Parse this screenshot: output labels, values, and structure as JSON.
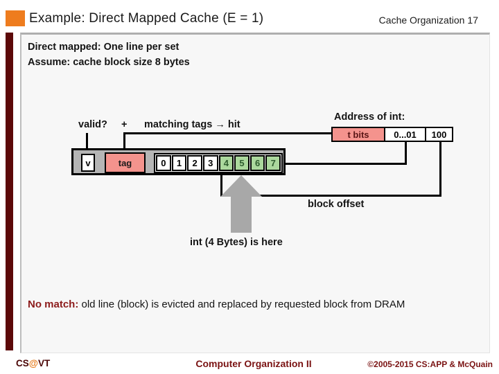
{
  "header": {
    "title": "Example: Direct Mapped Cache (E = 1)",
    "page_label": "Cache Organization",
    "page_number": "17"
  },
  "intro": {
    "line1": "Direct mapped: One line per set",
    "line2": "Assume: cache block size 8 bytes"
  },
  "diagram": {
    "valid_label": "valid?",
    "plus_label": "+",
    "matching_label": "matching tags → hit",
    "address_title": "Address of int:",
    "address": {
      "t_bits": "t bits",
      "set_bits": "0...01",
      "offset_bits": "100"
    },
    "valid_bit": "v",
    "tag_label": "tag",
    "cells": [
      "0",
      "1",
      "2",
      "3",
      "4",
      "5",
      "6",
      "7"
    ],
    "block_offset_label": "block offset",
    "int_label": "int (4 Bytes) is here"
  },
  "note": {
    "label": "No match:",
    "text": " old line (block) is evicted and replaced by requested block from DRAM"
  },
  "footer": {
    "left_cs": "CS",
    "left_at": "@",
    "left_vt": "VT",
    "center": "Computer Organization II",
    "right": "©2005-2015 CS:APP & McQuain"
  },
  "colors": {
    "accent_orange": "#ee7c1e",
    "maroon_bar": "#5c0909",
    "salmon_box": "#f4938d",
    "green_cell": "#abd89d",
    "arrow_gray": "#a8a8a8",
    "footer_text": "#7a1212",
    "no_match_red": "#8c1b1b"
  }
}
